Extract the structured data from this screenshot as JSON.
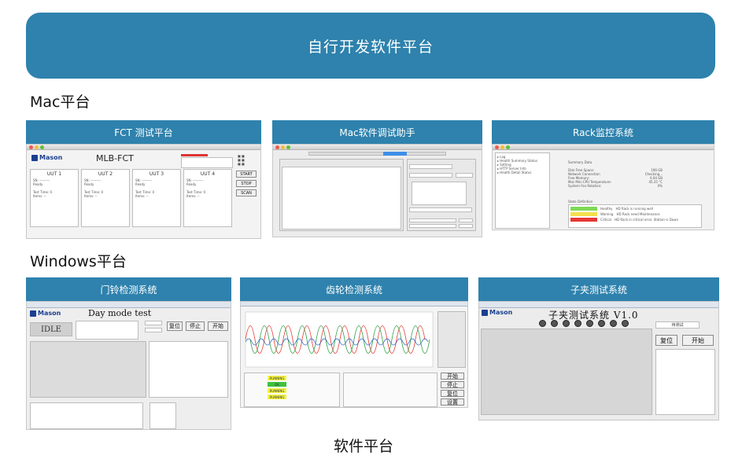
{
  "header": {
    "title": "自行开发软件平台"
  },
  "mac_section": {
    "label": "Mac平台",
    "cards": [
      {
        "title": "FCT 测试平台"
      },
      {
        "title": "Mac软件调试助手"
      },
      {
        "title": "Rack监控系统"
      }
    ]
  },
  "windows_section": {
    "label": "Windows平台",
    "cards": [
      {
        "title": "门铃检测系统"
      },
      {
        "title": "齿轮检测系统"
      },
      {
        "title": "子夹测试系统"
      }
    ]
  },
  "footer": {
    "label": "软件平台"
  },
  "screens": {
    "fct": {
      "logo": "Mason",
      "title": "MLB-FCT",
      "units": [
        "UUT 1",
        "UUT 2",
        "UUT 3",
        "UUT 4"
      ],
      "buttons": [
        "START",
        "STOP",
        "SCAN"
      ]
    },
    "rack": {
      "summary": "Summary Data",
      "rows": [
        {
          "label": "Disk Free Space:",
          "value": "196 GB"
        },
        {
          "label": "Network Connection",
          "value": "Checking..."
        },
        {
          "label": "Free Memory:",
          "value": "0.04 GB"
        },
        {
          "label": "Mac Mini CPU Temperature:",
          "value": "45.25 °C"
        },
        {
          "label": "System Fan Rotation:",
          "value": "0%"
        }
      ],
      "legend_title": "State Definition",
      "legend": [
        {
          "label": "Healthy",
          "desc": "HD Rack is running well",
          "color": "#7ed957"
        },
        {
          "label": "Warning",
          "desc": "HD Rack need Maintenance",
          "color": "#f4e04d"
        },
        {
          "label": "Critical",
          "desc": "HD Rack in critical error. Station is Down",
          "color": "#e53935"
        }
      ],
      "menu": [
        "Log",
        "Health Summary Status",
        "Setting",
        "HTTP Server Info",
        "Health Detail Status"
      ]
    },
    "doorbell": {
      "logo": "Mason",
      "title": "Day mode test",
      "state": "IDLE",
      "buttons": [
        "复位",
        "停止",
        "开始"
      ]
    },
    "gear": {
      "buttons": [
        "开始",
        "停止",
        "复位",
        "设置"
      ],
      "status": [
        "RUNNING",
        "OK",
        "RUNNING",
        "RUNNING"
      ],
      "status_colors": [
        "#f4f442",
        "#3ec23e",
        "#f4f442",
        "#f4f442"
      ]
    },
    "clamp": {
      "logo": "Mason",
      "title": "子夹测试系统 V1.0",
      "buttons": [
        "复位",
        "开始"
      ],
      "state": "待测试"
    }
  }
}
